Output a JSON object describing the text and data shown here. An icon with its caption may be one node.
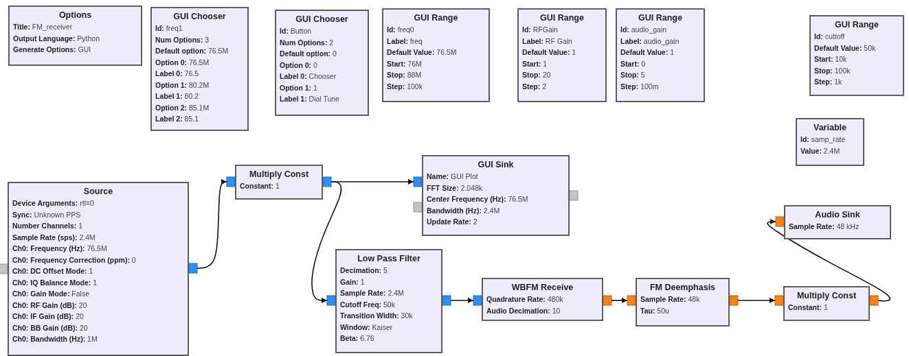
{
  "diagram": {
    "nodes": [
      {
        "text": [
          "Options",
          "**Title:** FM_receiver",
          "**Output Language:** Python",
          "**Generate Options:** GUI"
        ]
      },
      {
        "text": [
          "GUI Chooser",
          "**Id:** freq1",
          "**Num Options:** 3",
          "**Default option:** 76.5M",
          "**Option 0:** 76.5M",
          "**Label 0:** 76.5",
          "**Option 1:** 80.2M",
          "**Label 1:** 80.2",
          "**Option 2:** 85.1M",
          "**Label 2:** 85.1"
        ]
      },
      {
        "text": [
          "GUI Chooser",
          "**Id:** Button",
          "**Num Options:** 2",
          "**Default option:** 0",
          "**Option 0:** 0",
          "**Label 0:** Chooser",
          "**Option 1:** 1",
          "**Label 1:** Dial Tune"
        ]
      },
      {
        "text": [
          "GUI Range",
          "**Id:** freq0",
          "**Label:** freq",
          "**Default Value:** 76.5M",
          "**Start:** 76M",
          "**Stop:** 88M",
          "**Step:** 100k"
        ]
      },
      {
        "text": [
          "GUI Range",
          "**Id:** RFGain",
          "**Label:** RF Gain",
          "**Default Value:** 1",
          "**Start:** 1",
          "**Stop:** 20",
          "**Step:** 2"
        ]
      },
      {
        "text": [
          "GUI Range",
          "**Id:** audio_gain",
          "**Label:** audio_gain",
          "**Default Value:** 1",
          "**Start:** 0",
          "**Stop:** 5",
          "**Step:** 100m"
        ]
      },
      {
        "text": [
          "GUI Range",
          "**Id:** cuttoff",
          "**Default Value:** 50k",
          "**Start:** 10k",
          "**Stop:** 100k",
          "**Step:** 1k"
        ]
      },
      {
        "text": [
          "Variable",
          "**Id:** samp_rate",
          "**Value:** 2.4M"
        ]
      },
      {
        "text": [
          "Multiply Const",
          "**Constant:** 1"
        ]
      },
      {
        "text": [
          "GUI Sink",
          "**Name:** GUI Plot",
          "**FFT Size:** 2.048k",
          "**Center Frequency (Hz):** 76.5M",
          "**Bandwidth (Hz):** 2.4M",
          "**Update Rate:** 2"
        ]
      },
      {
        "text": [
          "Source",
          "**Device Arguments:** rtl=0",
          "**Sync:** Unknown PPS",
          "**Number Channels:** 1",
          "**Sample Rate (sps):** 2.4M",
          "**Ch0: Frequency (Hz):** 76.5M",
          "**Ch0: Frequency Correction (ppm):** 0",
          "**Ch0: DC Offset Mode:** 1",
          "**Ch0: IQ Balance Mode:** 1",
          "**Ch0: Gain Mode:** False",
          "**Ch0: RF Gain (dB):** 20",
          "**Ch0: IF Gain (dB):** 20",
          "**Ch0: BB Gain (dB):** 20",
          "**Ch0: Bandwidth (Hz):** 1M"
        ]
      },
      {
        "text": [
          "Audio Sink",
          "**Sample Rate:** 48 kHz"
        ]
      },
      {
        "text": [
          "Low Pass Filter",
          "**Decimation:** 5",
          "**Gain:** 1",
          "**Sample Rate:** 2.4M",
          "**Cutoff Freq:** 50k",
          "**Transition Width:** 30k",
          "**Window:** Kaiser",
          "**Beta:** 6.76"
        ]
      },
      {
        "text": [
          "WBFM Receive",
          "**Quadrature Rate:** 480k",
          "**Audio Decimation:** 10"
        ]
      },
      {
        "text": [
          "FM Deemphasis",
          "**Sample Rate:** 48k",
          "**Tau:** 50u"
        ]
      },
      {
        "text": [
          "Multiply Const",
          "**Constant:** 1"
        ]
      }
    ],
    "edges": [
      {
        "from": 10,
        "to": 8,
        "arrow": "to"
      },
      {
        "from": 8,
        "to": 9,
        "arrow": "to"
      },
      {
        "from": 8,
        "to": 12,
        "arrow": "to"
      },
      {
        "from": 12,
        "to": 13,
        "arrow": "to"
      },
      {
        "from": 13,
        "to": 14,
        "arrow": "to"
      },
      {
        "from": 14,
        "to": 15,
        "arrow": "to"
      },
      {
        "from": 15,
        "to": 11,
        "arrow": "to"
      }
    ]
  }
}
